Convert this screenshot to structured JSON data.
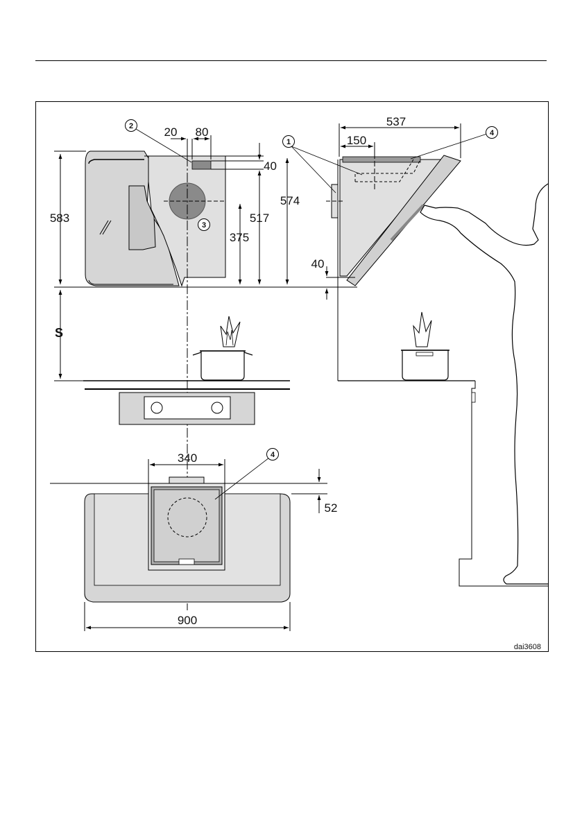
{
  "figure_code": "dai3608",
  "callouts": [
    "1",
    "2",
    "3",
    "4"
  ],
  "dimensions": {
    "d20": "20",
    "d80": "80",
    "d40_outlet": "40",
    "d583": "583",
    "d517": "517",
    "d375": "375",
    "d574": "574",
    "d537": "537",
    "d150": "150",
    "d40_bottom": "40",
    "dS": "S",
    "d340": "340",
    "d52": "52",
    "d900": "900"
  }
}
